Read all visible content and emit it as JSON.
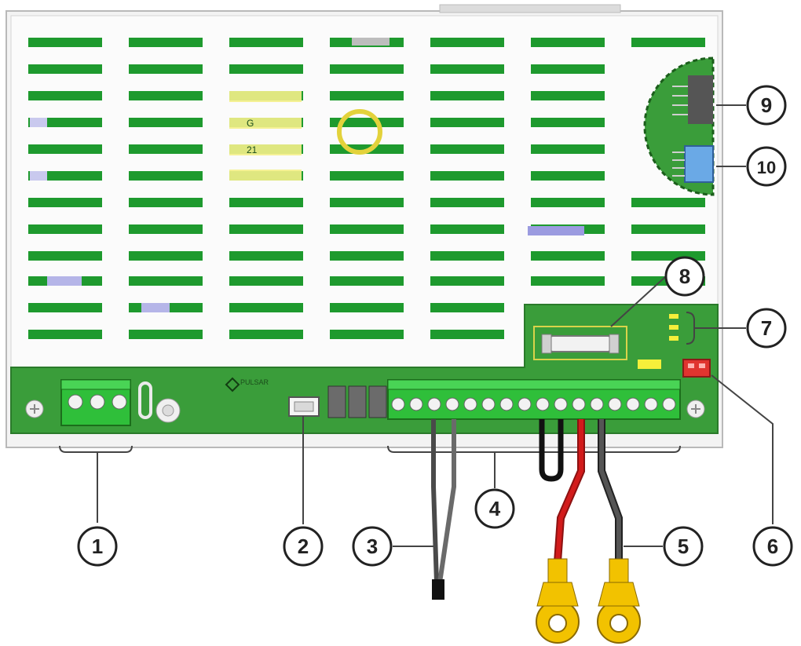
{
  "callouts": [
    {
      "label": "1",
      "target": "mains-terminal-block"
    },
    {
      "label": "2",
      "target": "tamper-button"
    },
    {
      "label": "3",
      "target": "sensor-leads"
    },
    {
      "label": "4",
      "target": "output-terminal-strip"
    },
    {
      "label": "5",
      "target": "battery-leads"
    },
    {
      "label": "6",
      "target": "jumper-connector"
    },
    {
      "label": "7",
      "target": "led-indicators"
    },
    {
      "label": "8",
      "target": "fuse"
    },
    {
      "label": "9",
      "target": "pin-header"
    },
    {
      "label": "10",
      "target": "dip-switch"
    }
  ],
  "board": {
    "logo_text": "PULSAR",
    "silkscreen_marks": [
      "G",
      "21"
    ]
  },
  "colors": {
    "pcb_green": "#3a9d3a",
    "slot_green": "#1e9a2e",
    "terminal_green": "#2fbf3a",
    "enclosure_gray": "#e8e8e8",
    "wire_red": "#d21b1b",
    "wire_black": "#2a2a2a",
    "lug_yellow": "#f2c200",
    "jumper_red": "#e0342f",
    "led_yellow": "#f5ef3a",
    "dip_blue": "#6aa9e6"
  }
}
